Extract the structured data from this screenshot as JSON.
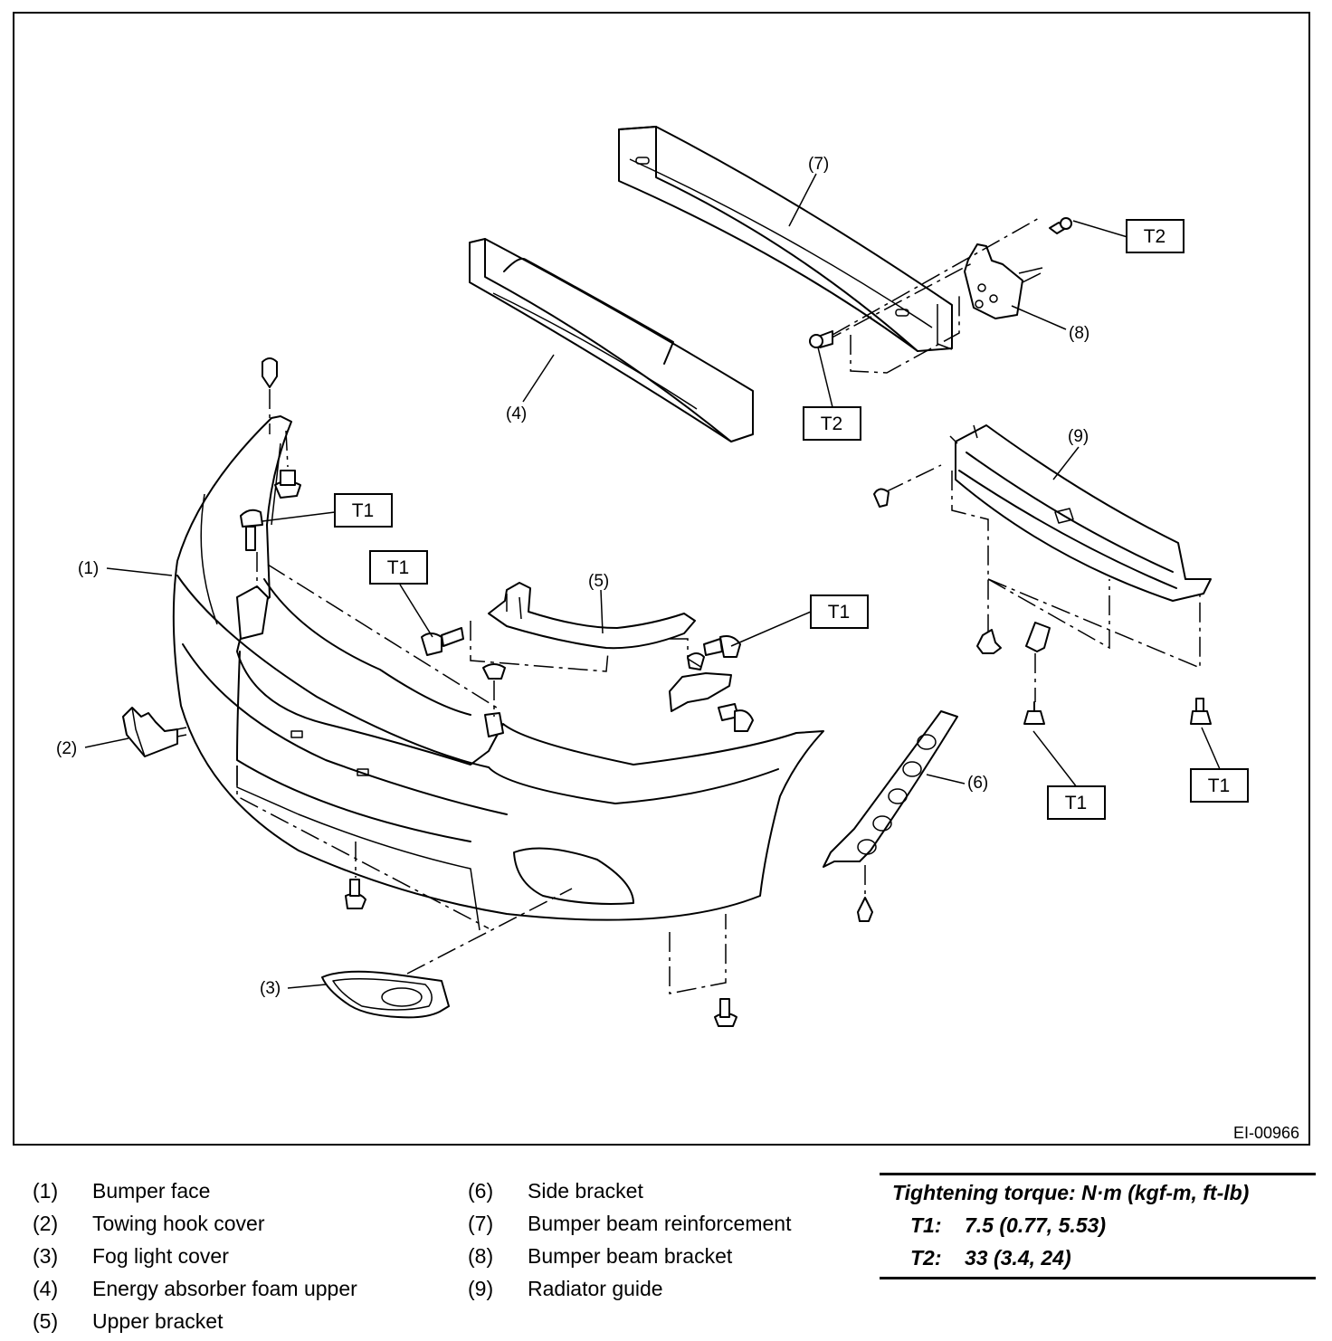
{
  "diagram": {
    "figure_id": "EI-00966",
    "callouts": [
      "(1)",
      "(2)",
      "(3)",
      "(4)",
      "(5)",
      "(6)",
      "(7)",
      "(8)",
      "(9)"
    ],
    "torque_tags": {
      "t1": "T1",
      "t2": "T2"
    }
  },
  "legend": {
    "column1": [
      {
        "num": "(1)",
        "label": "Bumper face"
      },
      {
        "num": "(2)",
        "label": "Towing hook cover"
      },
      {
        "num": "(3)",
        "label": "Fog light cover"
      },
      {
        "num": "(4)",
        "label": "Energy absorber foam upper"
      },
      {
        "num": "(5)",
        "label": "Upper bracket"
      }
    ],
    "column2": [
      {
        "num": "(6)",
        "label": "Side bracket"
      },
      {
        "num": "(7)",
        "label": "Bumper beam reinforcement"
      },
      {
        "num": "(8)",
        "label": "Bumper beam bracket"
      },
      {
        "num": "(9)",
        "label": "Radiator guide"
      }
    ]
  },
  "torque": {
    "title": "Tightening torque: N·m (kgf-m, ft-lb)",
    "rows": [
      {
        "code": "T1:",
        "value": "7.5 (0.77, 5.53)"
      },
      {
        "code": "T2:",
        "value": "33 (3.4, 24)"
      }
    ]
  }
}
